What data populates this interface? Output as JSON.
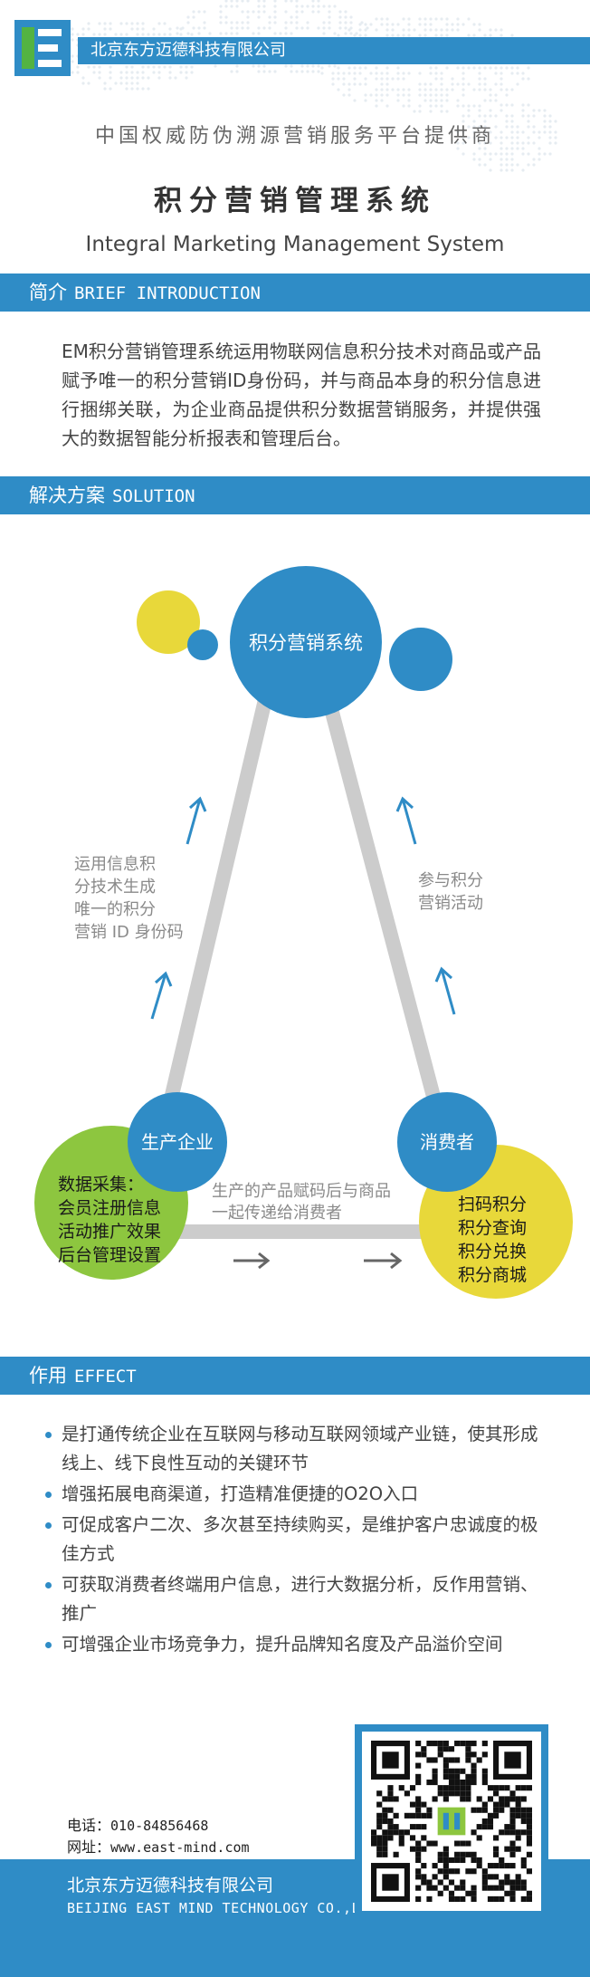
{
  "header": {
    "company": "北京东方迈德科技有限公司",
    "tagline": "中国权威防伪溯源营销服务平台提供商",
    "title": "积分营销管理系统",
    "subtitle": "Integral Marketing Management System"
  },
  "intro": {
    "label_cn": "简介",
    "label_en": "BRIEF INTRODUCTION",
    "text": "EM积分营销管理系统运用物联网信息积分技术对商品或产品赋予唯一的积分营销ID身份码，并与商品本身的积分信息进行捆绑关联，为企业商品提供积分数据营销服务，并提供强大的数据智能分析报表和管理后台。"
  },
  "solution": {
    "label_cn": "解决方案",
    "label_en": "SOLUTION",
    "center_node": "积分营销系统",
    "producer_node": "生产企业",
    "consumer_node": "消费者",
    "left_edge_lines": [
      "运用信息积",
      "分技术生成",
      "唯一的积分",
      "营销 ID 身份码"
    ],
    "right_edge_lines": [
      "参与积分",
      "营销活动"
    ],
    "bottom_edge_lines": [
      "生产的产品赋码后与商品",
      "一起传递给消费者"
    ],
    "producer_box_lines": [
      "数据采集：",
      "会员注册信息",
      "活动推广效果",
      "后台管理设置"
    ],
    "consumer_box_lines": [
      "扫码积分",
      "积分查询",
      "积分兑换",
      "积分商城"
    ],
    "colors": {
      "blue": "#2f8cc6",
      "yellow": "#e8d83a",
      "green": "#8dc63f",
      "line": "#cccccc"
    }
  },
  "effect": {
    "label_cn": "作用",
    "label_en": "EFFECT",
    "items": [
      "是打通传统企业在互联网与移动互联网领域产业链，使其形成线上、线下良性互动的关键环节",
      "增强拓展电商渠道，打造精准便捷的O2O入口",
      "可促成客户二次、多次甚至持续购买，是维护客户忠诚度的极佳方式",
      "可获取消费者终端用户信息，进行大数据分析，反作用营销、推广",
      "可增强企业市场竞争力，提升品牌知名度及产品溢价空间"
    ]
  },
  "footer": {
    "phone_label": "电话：",
    "phone": "010-84856468",
    "site_label": "网址：",
    "site": "www.east-mind.com",
    "company_cn": "北京东方迈德科技有限公司",
    "company_en": "BEIJING EAST MIND TECHNOLOGY CO.,LTD."
  }
}
